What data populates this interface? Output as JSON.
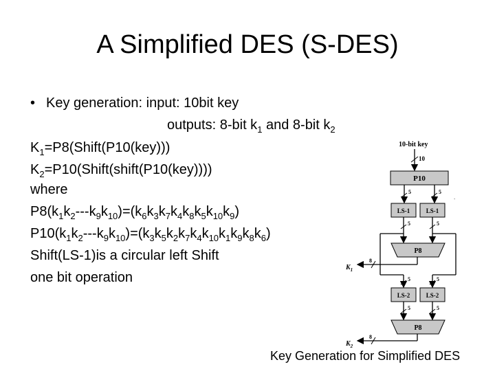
{
  "title": "A Simplified DES (S-DES)",
  "lines": {
    "bullet_symbol": "•",
    "l1": "Key generation: input: 10bit key",
    "l2": {
      "a": "outputs: 8-bit k",
      "s1": "1",
      "b": " and 8-bit k",
      "s2": "2"
    },
    "l3": {
      "a": "K",
      "s1": "1",
      "b": "=P8(Shift(P10(key)))"
    },
    "l4": {
      "a": "K",
      "s1": "2",
      "b": "=P10(Shift(shift(P10(key))))"
    },
    "l5": "where",
    "l6": [
      {
        "t": "P8(k"
      },
      {
        "s": "1"
      },
      {
        "t": "k"
      },
      {
        "s": "2"
      },
      {
        "t": "---k"
      },
      {
        "s": "9"
      },
      {
        "t": "k"
      },
      {
        "s": "10"
      },
      {
        "t": ")=(k"
      },
      {
        "s": "6"
      },
      {
        "t": "k"
      },
      {
        "s": "3"
      },
      {
        "t": "k"
      },
      {
        "s": "7"
      },
      {
        "t": "k"
      },
      {
        "s": "4"
      },
      {
        "t": "k"
      },
      {
        "s": "8"
      },
      {
        "t": "k"
      },
      {
        "s": "5"
      },
      {
        "t": "k"
      },
      {
        "s": "10"
      },
      {
        "t": "k"
      },
      {
        "s": "9"
      },
      {
        "t": ")"
      }
    ],
    "l7": [
      {
        "t": "P10(k"
      },
      {
        "s": "1"
      },
      {
        "t": "k"
      },
      {
        "s": "2"
      },
      {
        "t": "---k"
      },
      {
        "s": "9"
      },
      {
        "t": "k"
      },
      {
        "s": "10"
      },
      {
        "t": ")=(k"
      },
      {
        "s": "3"
      },
      {
        "t": "k"
      },
      {
        "s": "5"
      },
      {
        "t": "k"
      },
      {
        "s": "2"
      },
      {
        "t": "k"
      },
      {
        "s": "7"
      },
      {
        "t": "k"
      },
      {
        "s": "4"
      },
      {
        "t": "k"
      },
      {
        "s": "10"
      },
      {
        "t": "k"
      },
      {
        "s": "1"
      },
      {
        "t": "k"
      },
      {
        "s": "9"
      },
      {
        "t": "k"
      },
      {
        "s": "8"
      },
      {
        "t": "k"
      },
      {
        "s": "6"
      },
      {
        "t": ")"
      }
    ],
    "l8": "Shift(LS-1)is a circular left Shift",
    "l9": "one bit operation"
  },
  "diagram": {
    "input_label": "10-bit key",
    "input_width": "10",
    "p10": "P10",
    "ls1_left": "LS-1",
    "ls1_right": "LS-1",
    "ls2_left": "LS-2",
    "ls2_right": "LS-2",
    "p8_top": "P8",
    "p8_bottom": "P8",
    "k1_label": "K",
    "k1_sub": "1",
    "k2_label": "K",
    "k2_sub": "2",
    "bus5": "5",
    "bus8": "8"
  },
  "caption": "Key Generation for Simplified DES"
}
